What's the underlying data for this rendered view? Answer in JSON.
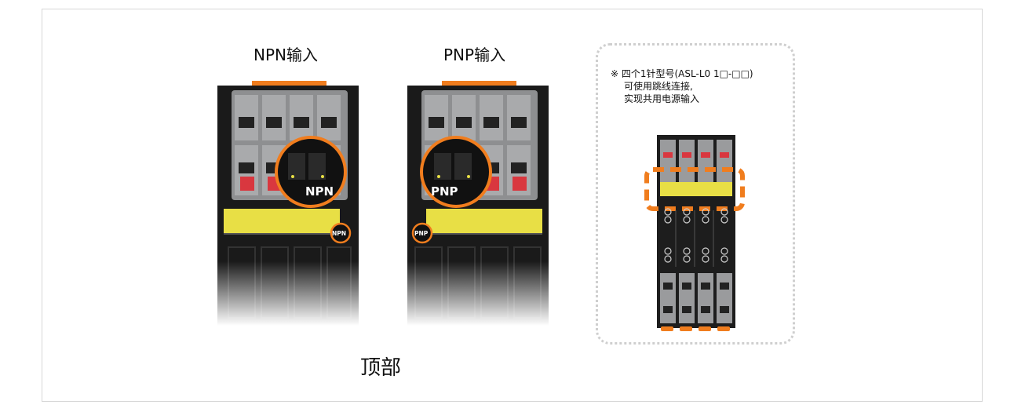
{
  "labels": {
    "npn_title": "NPN输入",
    "pnp_title": "PNP输入",
    "top_caption": "顶部"
  },
  "devices": {
    "npn_badge": "NPN",
    "pnp_badge": "PNP"
  },
  "note": {
    "line1": "※ 四个1针型号(ASL-L0 1□-□□)",
    "line2": "可使用跳线连接,",
    "line3": "实现共用电源输入"
  },
  "colors": {
    "accent_orange": "#f07d1e",
    "terminal_red": "#d9373f",
    "label_yellow": "#e8df45",
    "body_black": "#1a1a1a",
    "terminal_gray": "#a3a4a6"
  }
}
